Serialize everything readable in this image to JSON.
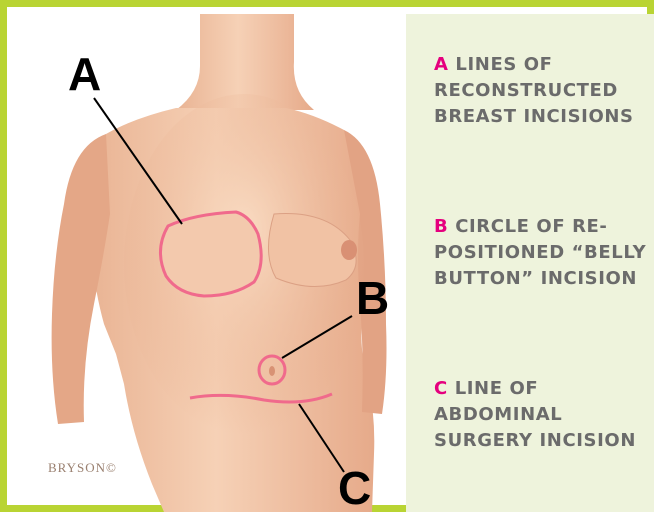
{
  "illustration": {
    "callouts": [
      "A",
      "B",
      "C"
    ],
    "artist_signature": "BRYSON©"
  },
  "legend": [
    {
      "letter": "A",
      "text": "LINES OF RECONSTRUCTED BREAST INCISIONS"
    },
    {
      "letter": "B",
      "text": "CIRCLE OF RE-POSITIONED “BELLY BUTTON” INCISION"
    },
    {
      "letter": "C",
      "text": "LINE OF ABDOMINAL SURGERY INCISION"
    }
  ],
  "colors": {
    "border": "#b9d433",
    "panel_bg": "#eef3dc",
    "letter_accent": "#e5007e",
    "incision_line": "#f06a8c",
    "text": "#6b6b6b"
  }
}
